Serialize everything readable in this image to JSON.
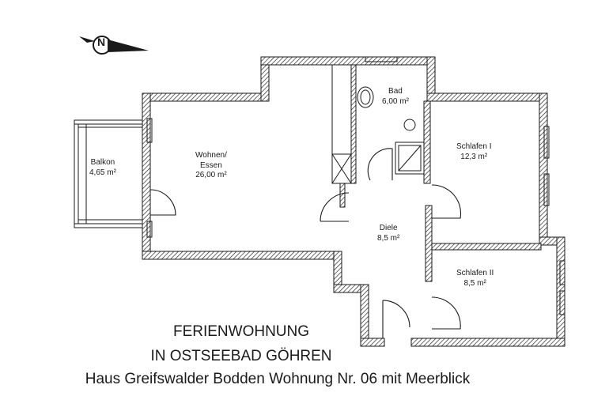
{
  "rooms": {
    "balkon": {
      "name": "Balkon",
      "area": "4,65 m²"
    },
    "wohnen": {
      "name_line1": "Wohnen/",
      "name_line2": "Essen",
      "area": "26,00 m²"
    },
    "bad": {
      "name": "Bad",
      "area": "6,00 m²"
    },
    "schlafen1": {
      "name": "Schlafen I",
      "area": "12,3 m²"
    },
    "diele": {
      "name": "Diele",
      "area": "8,5 m²"
    },
    "schlafen2": {
      "name": "Schlafen II",
      "area": "8,5 m²"
    }
  },
  "compass": {
    "letter": "N"
  },
  "caption": {
    "line1": "FERIENWOHNUNG",
    "line2": "IN OSTSEEBAD GÖHREN",
    "line3": "Haus Greifswalder Bodden Wohnung Nr. 06 mit Meerblick"
  }
}
